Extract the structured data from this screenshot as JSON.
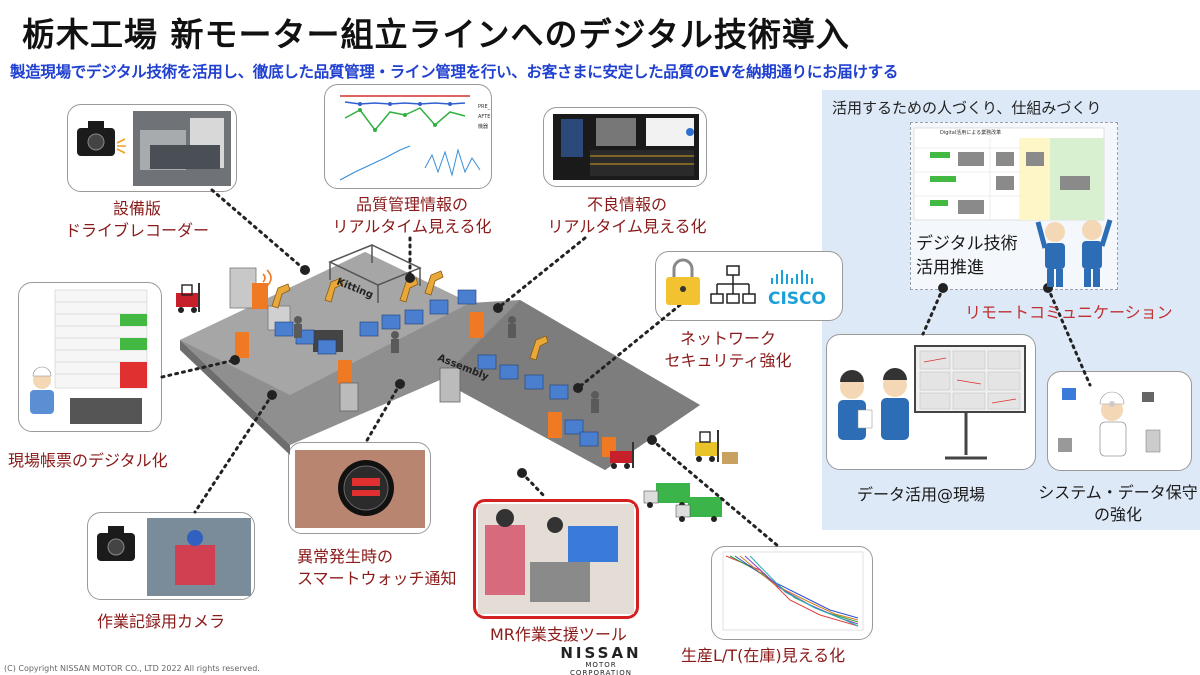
{
  "header": {
    "title": "栃木工場 新モーター組立ラインへのデジタル技術導入",
    "subtitle": "製造現場でデジタル技術を活用し、徹底した品質管理・ライン管理を行い、お客さまに安定した品質のEVを納期通りにお届けする"
  },
  "factory_labels": {
    "kitting": "Kitting",
    "assembly": "Assembly"
  },
  "items": {
    "drive_recorder": "設備版\nドライブレコーダー",
    "quality_info": "品質管理情報の\nリアルタイム見える化",
    "defect_info": "不良情報の\nリアルタイム見える化",
    "network_security": "ネットワーク\nセキュリティ強化",
    "digital_forms": "現場帳票のデジタル化",
    "smartwatch": "異常発生時の\nスマートウォッチ通知",
    "work_camera": "作業記録用カメラ",
    "mr_tool": "MR作業支援ツール",
    "production_lt": "生産L/T(在庫)見える化"
  },
  "quality_chart_legend": [
    "PRE_",
    "AFTE",
    "機器"
  ],
  "cisco_logo": "CISCO",
  "right_panel": {
    "title": "活用するための人づくり、仕組みづくり",
    "doc_title": "Digital活用による業務改革",
    "center_label": "デジタル技術\n活用推進",
    "remote_comm": "リモートコミュニケーション",
    "data_field": "データ活用@現場",
    "system_maint": "システム・データ保守\nの強化"
  },
  "footer": {
    "copyright": "(C) Copyright NISSAN MOTOR CO., LTD 2022 All rights reserved.",
    "brand": "NISSAN",
    "brand_sub": "MOTOR CORPORATION"
  },
  "colors": {
    "label_red": "#8b1a1a",
    "subtitle_blue": "#2040d0",
    "panel_bg": "#dde9f7",
    "mr_border": "#d42020"
  }
}
